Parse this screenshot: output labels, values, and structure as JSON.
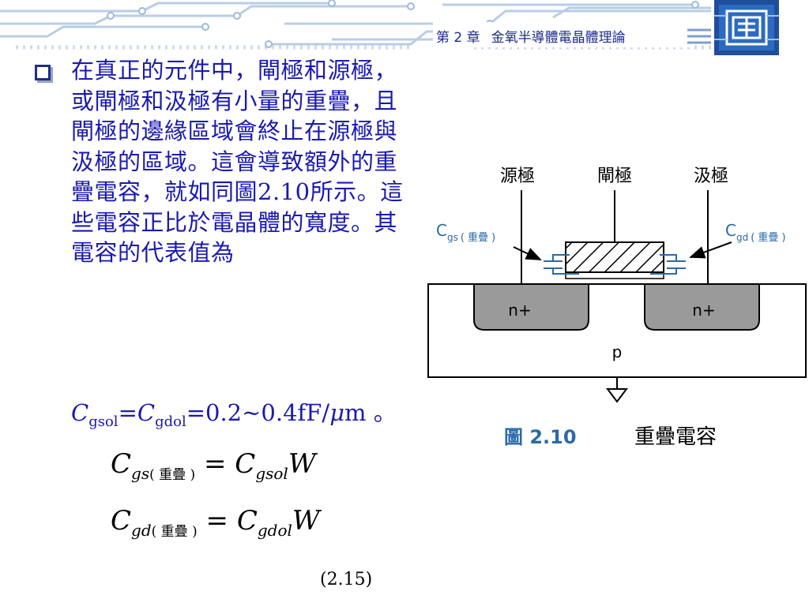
{
  "header": {
    "chapter_label": "第 2 章",
    "chapter_title": "金氧半導體電晶體理論"
  },
  "body": {
    "paragraph": "在真正的元件中，閘極和源極，或閘極和汲極有小量的重疊，且閘極的邊緣區域會終止在源極與汲極的區域。這會導致額外的重疊電容，就如同圖2.10所示。這些電容正比於電晶體的寬度。其電容的代表值為",
    "formula": {
      "c1": "C",
      "sub1": "gsol",
      "eq1": "=",
      "c2": "C",
      "sub2": "gdol",
      "value": "=0.2~0.4fF/",
      "mu": "μ",
      "unit": "m 。"
    }
  },
  "equations": [
    {
      "lhs_c": "C",
      "lhs_sub": "gs",
      "lhs_note": "( 重疊 )",
      "op": "=",
      "rhs_c": "C",
      "rhs_sub": "gsol",
      "rhs_w": "W"
    },
    {
      "lhs_c": "C",
      "lhs_sub": "gd",
      "lhs_note": "( 重疊 )",
      "op": "=",
      "rhs_c": "C",
      "rhs_sub": "gdol",
      "rhs_w": "W"
    }
  ],
  "equation_number": "(2.15)",
  "figure": {
    "source_label": "源極",
    "gate_label": "閘極",
    "drain_label": "汲極",
    "cgs_c": "C",
    "cgs_sub": "gs",
    "cgs_note": "( 重疊 )",
    "cgd_c": "C",
    "cgd_sub": "gd",
    "cgd_note": "( 重疊 )",
    "n_left": "n+",
    "n_right": "n+",
    "substrate": "p",
    "caption_num": "圖 2.10",
    "caption_text": "重疊電容",
    "colors": {
      "diffusion": "#9a9a9a",
      "caption_blue": "#2a6aa8",
      "text_blue": "#1a1ab0"
    }
  }
}
